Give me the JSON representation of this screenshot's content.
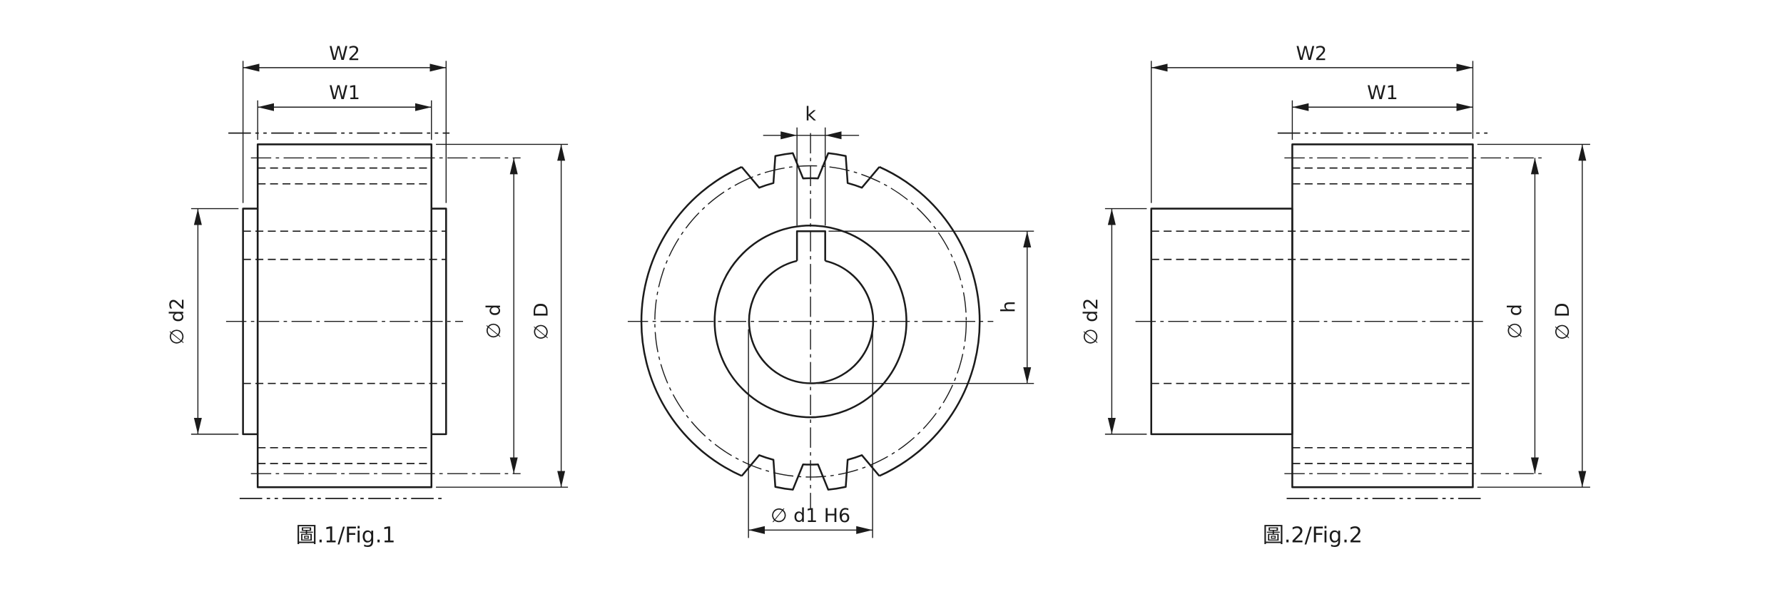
{
  "drawing": {
    "ink_color": "#1b1b1b",
    "background_color": "#ffffff",
    "fig1": {
      "caption": "圖.1/Fig.1",
      "dims": {
        "w2": "W2",
        "w1": "W1",
        "d2": "∅ d2",
        "d": "∅ d",
        "D": "∅ D"
      }
    },
    "front": {
      "dims": {
        "k": "k",
        "h": "h",
        "d1": "∅ d1 H6"
      }
    },
    "fig2": {
      "caption": "圖.2/Fig.2",
      "dims": {
        "w2": "W2",
        "w1": "W1",
        "d2": "∅ d2",
        "d": "∅ d",
        "D": "∅ D"
      }
    }
  }
}
